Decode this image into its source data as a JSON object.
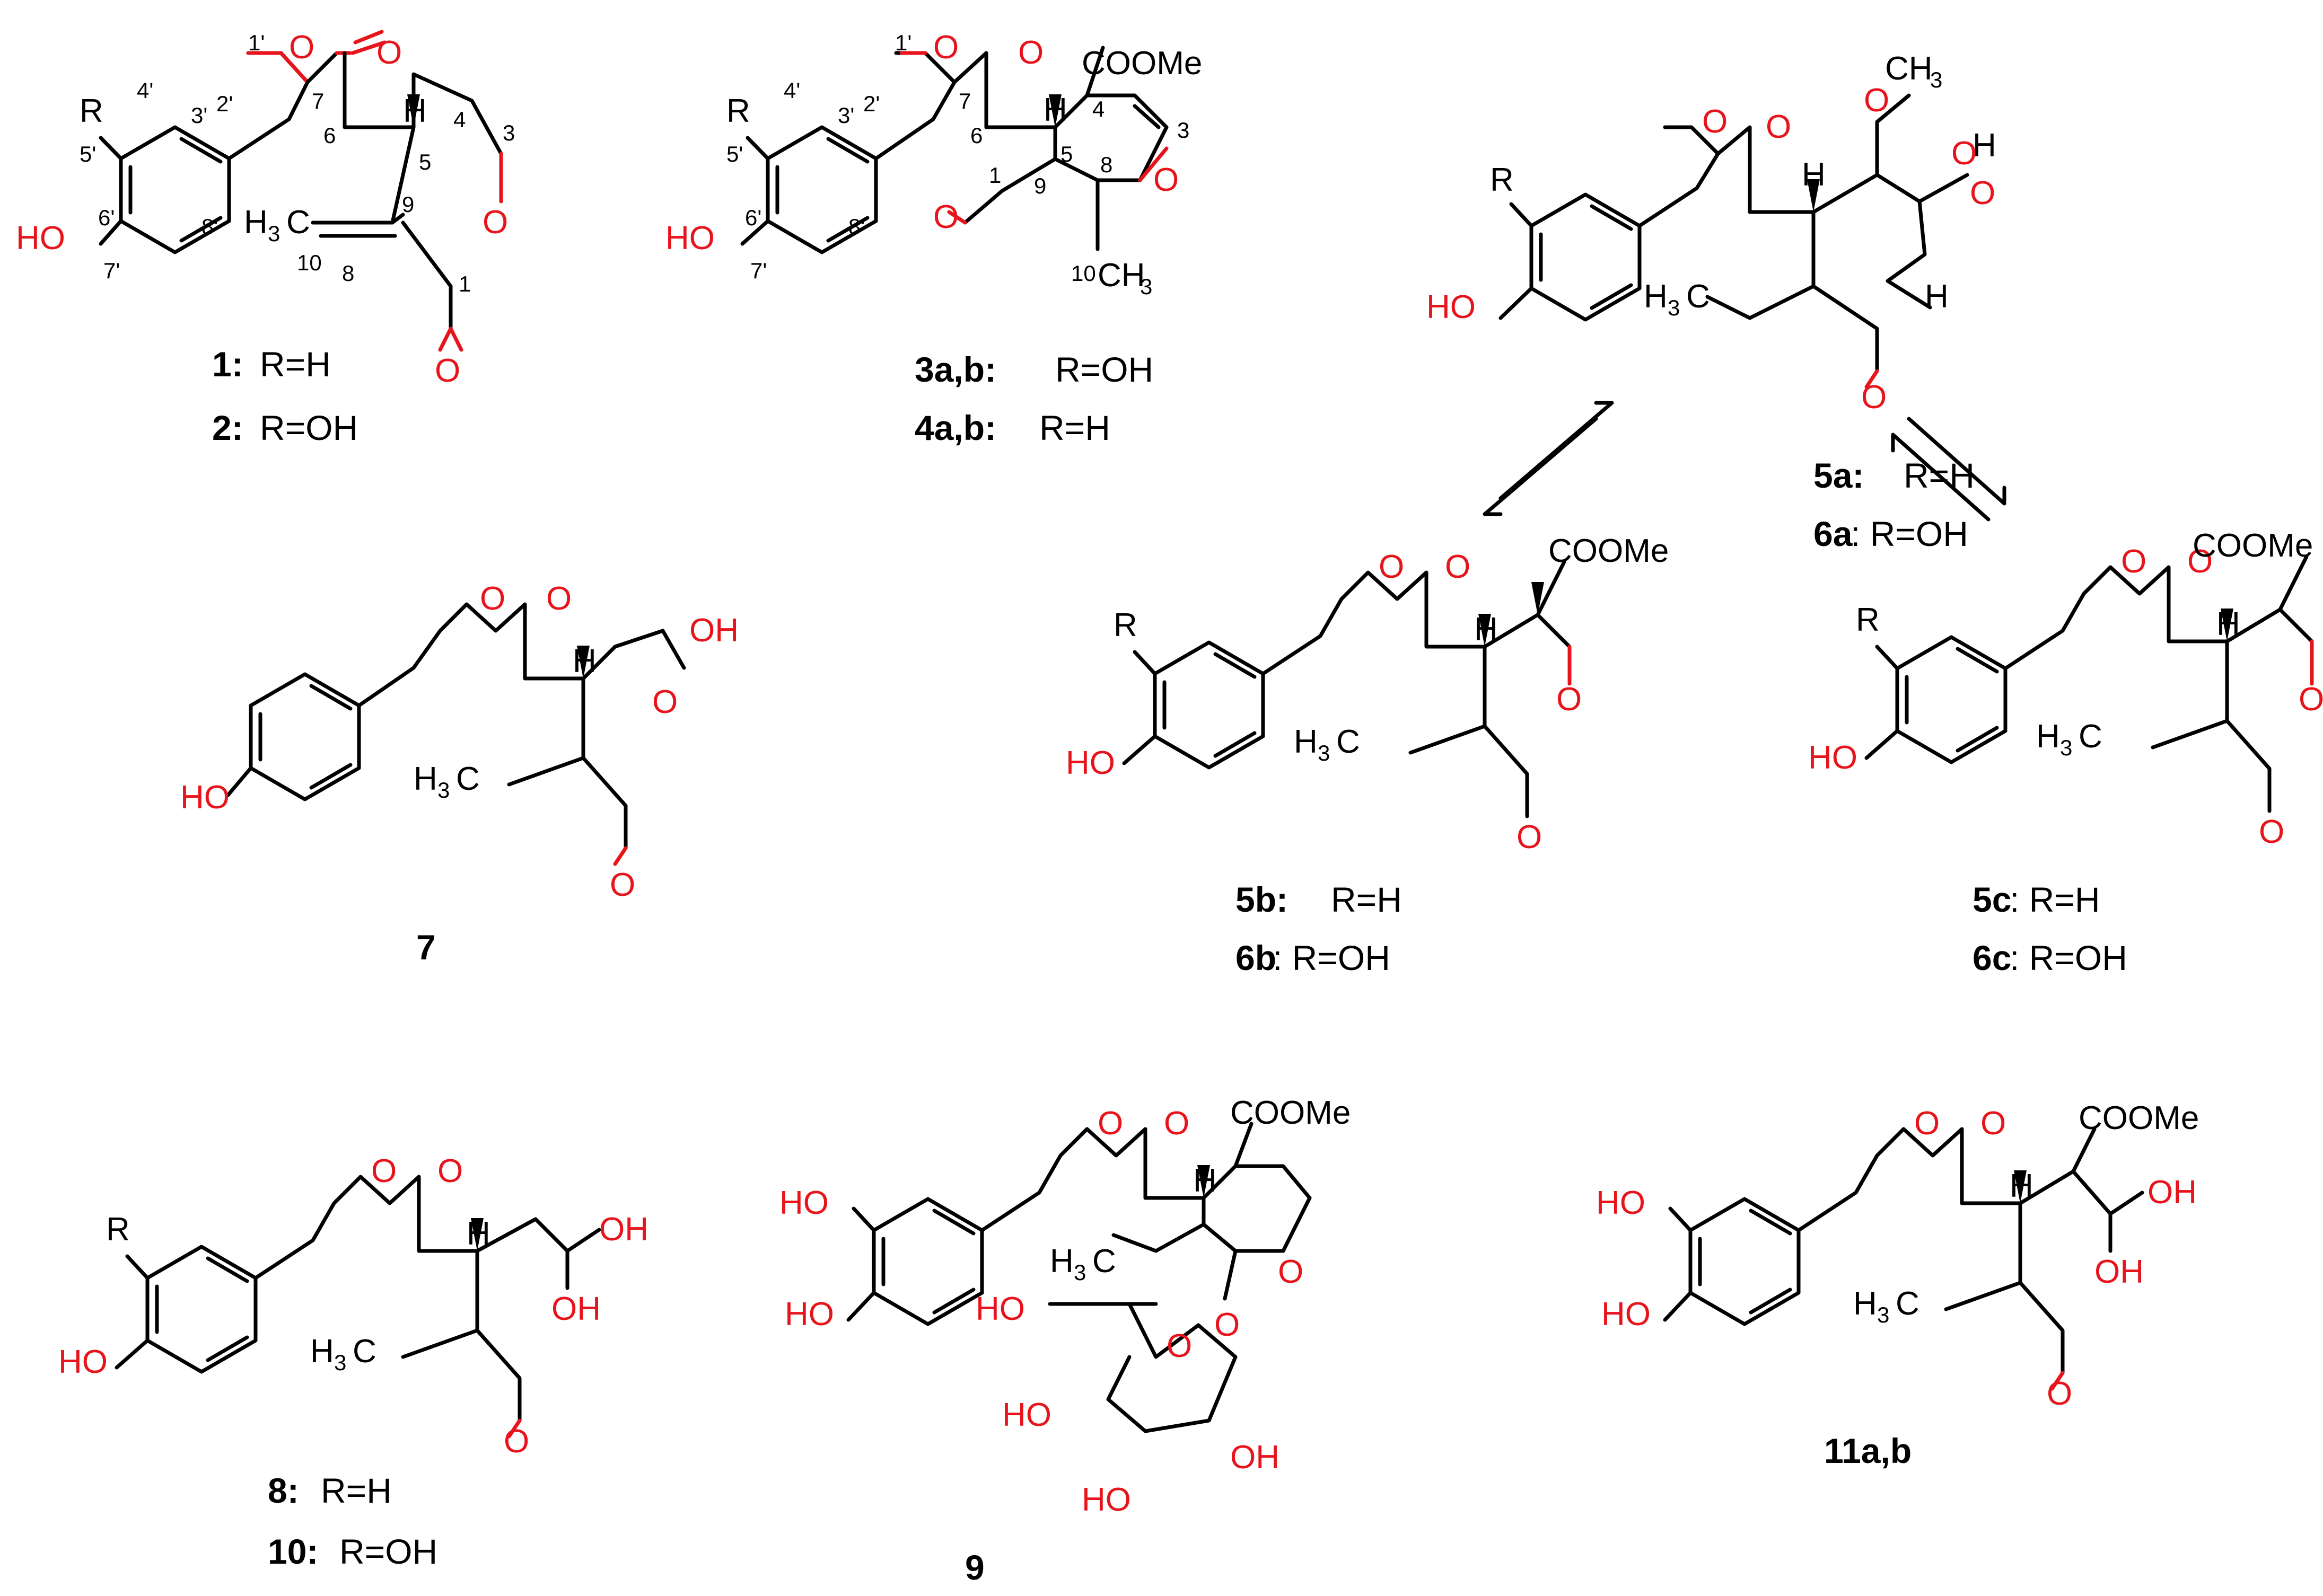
{
  "atoms": {
    "R": "R",
    "OH": "OH",
    "HO": "HO",
    "O": "O",
    "H": "H",
    "H3C_a": "H",
    "H3C_b": "C",
    "H3C_sub": "3",
    "CH3": "CH",
    "CH3_sub": "3",
    "COOMe": "COOMe"
  },
  "numbering_1": [
    "1'",
    "2'",
    "3'",
    "4'",
    "5'",
    "6'",
    "7'",
    "8'",
    "7",
    "6",
    "5",
    "4",
    "3",
    "9",
    "10",
    "8",
    "1"
  ],
  "numbering_3": [
    "1'",
    "2'",
    "3'",
    "4'",
    "5'",
    "6'",
    "7'",
    "8'",
    "7",
    "6",
    "5",
    "4",
    "3",
    "1",
    "9",
    "8",
    "10"
  ],
  "compounds": {
    "c1": {
      "id": "1:",
      "desc": "R=H"
    },
    "c2": {
      "id": "2:",
      "desc": "R=OH"
    },
    "c3": {
      "id": "3a,b:",
      "desc": "R=OH"
    },
    "c4": {
      "id": "4a,b:",
      "desc": "R=H"
    },
    "c5a": {
      "id": "5a:",
      "desc": "R=H"
    },
    "c6a": {
      "id": "6a",
      "desc": ": R=OH"
    },
    "c5b": {
      "id": "5b:",
      "desc": "R=H"
    },
    "c6b": {
      "id": "6b",
      "desc": ": R=OH"
    },
    "c5c": {
      "id": "5c",
      "desc": ":  R=H"
    },
    "c6c": {
      "id": "6c",
      "desc": ": R=OH"
    },
    "c7": {
      "id": "7"
    },
    "c8": {
      "id": "8:",
      "desc": "R=H"
    },
    "c10": {
      "id": "10:",
      "desc": "R=OH"
    },
    "c9": {
      "id": "9"
    },
    "c11": {
      "id": "11a,b"
    }
  },
  "colors": {
    "heteroatom": "#e8141c",
    "bond": "#000000",
    "background": "#ffffff"
  }
}
